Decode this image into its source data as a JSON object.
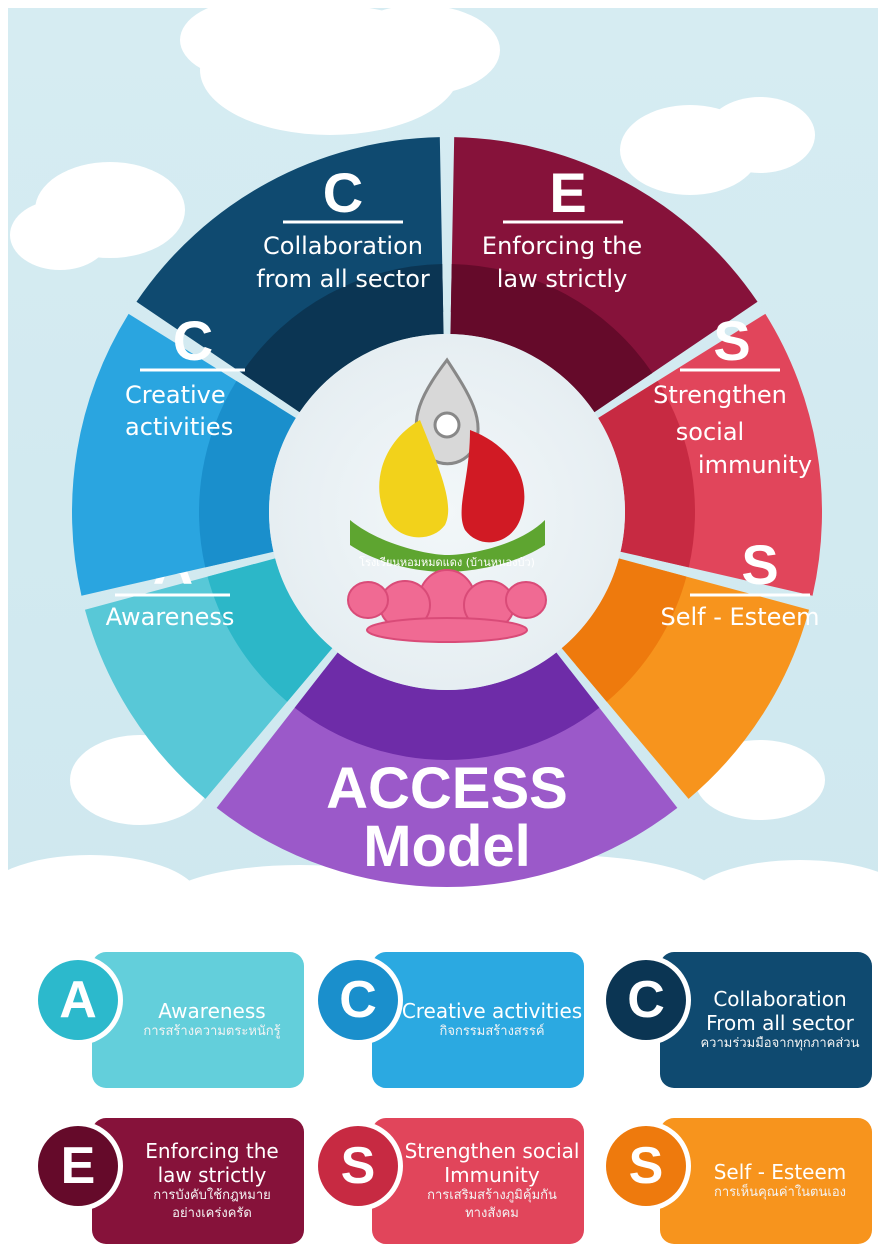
{
  "wheel": {
    "segments": [
      {
        "id": "collaboration",
        "letter": "C",
        "lines": [
          "Collaboration",
          "from all sector"
        ],
        "color": "#0f4a70",
        "inner": "#0b3553"
      },
      {
        "id": "enforcing",
        "letter": "E",
        "lines": [
          "Enforcing the",
          "law strictly"
        ],
        "color": "#86123a",
        "inner": "#650a2a"
      },
      {
        "id": "strengthen",
        "letter": "S",
        "lines": [
          "Strengthen",
          "social",
          "immunity"
        ],
        "color": "#e1455b",
        "inner": "#c72a42"
      },
      {
        "id": "self-esteem",
        "letter": "S",
        "lines": [
          "Self - Esteem"
        ],
        "color": "#f7941d",
        "inner": "#ee7a0d"
      },
      {
        "id": "awareness",
        "letter": "A",
        "lines": [
          "Awareness"
        ],
        "color": "#58c8d7",
        "inner": "#2cb7c8"
      },
      {
        "id": "creative",
        "letter": "C",
        "lines": [
          "Creative",
          "activities"
        ],
        "color": "#2aa5e0",
        "inner": "#1a8fcc"
      }
    ],
    "bottom": {
      "title_line1": "ACCESS",
      "title_line2": "Model",
      "color": "#9b59c9",
      "inner": "#6e2ca8"
    },
    "logo_caption": "โรงเรียนหอมหมดแดง (บ้านหนองบัว)"
  },
  "cards": [
    {
      "id": "awareness",
      "letter": "A",
      "title": [
        "Awareness"
      ],
      "thai": [
        "การสร้างความตระหนักรู้"
      ],
      "color": "#63cfdb",
      "badge": "#2cb9cc"
    },
    {
      "id": "creative",
      "letter": "C",
      "title": [
        "Creative activities"
      ],
      "thai": [
        "กิจกรรมสร้างสรรค์"
      ],
      "color": "#2ba9e1",
      "badge": "#1a8fcc"
    },
    {
      "id": "collaboration",
      "letter": "C",
      "title": [
        "Collaboration",
        "From all sector"
      ],
      "thai": [
        "ความร่วมมือจากทุกภาคส่วน"
      ],
      "color": "#0f4a70",
      "badge": "#0b3553"
    },
    {
      "id": "enforcing",
      "letter": "E",
      "title": [
        "Enforcing the",
        "law strictly"
      ],
      "thai": [
        "การบังคับใช้กฎหมาย",
        "อย่างเคร่งครัด"
      ],
      "color": "#86123a",
      "badge": "#650a2a"
    },
    {
      "id": "strengthen",
      "letter": "S",
      "title": [
        "Strengthen social",
        "Immunity"
      ],
      "thai": [
        "การเสริมสร้างภูมิคุ้มกัน",
        "ทางสังคม"
      ],
      "color": "#e1455b",
      "badge": "#c72a42"
    },
    {
      "id": "self-esteem",
      "letter": "S",
      "title": [
        "Self - Esteem"
      ],
      "thai": [
        "การเห็นคุณค่าในตนเอง"
      ],
      "color": "#f7941d",
      "badge": "#ee7a0d"
    }
  ]
}
